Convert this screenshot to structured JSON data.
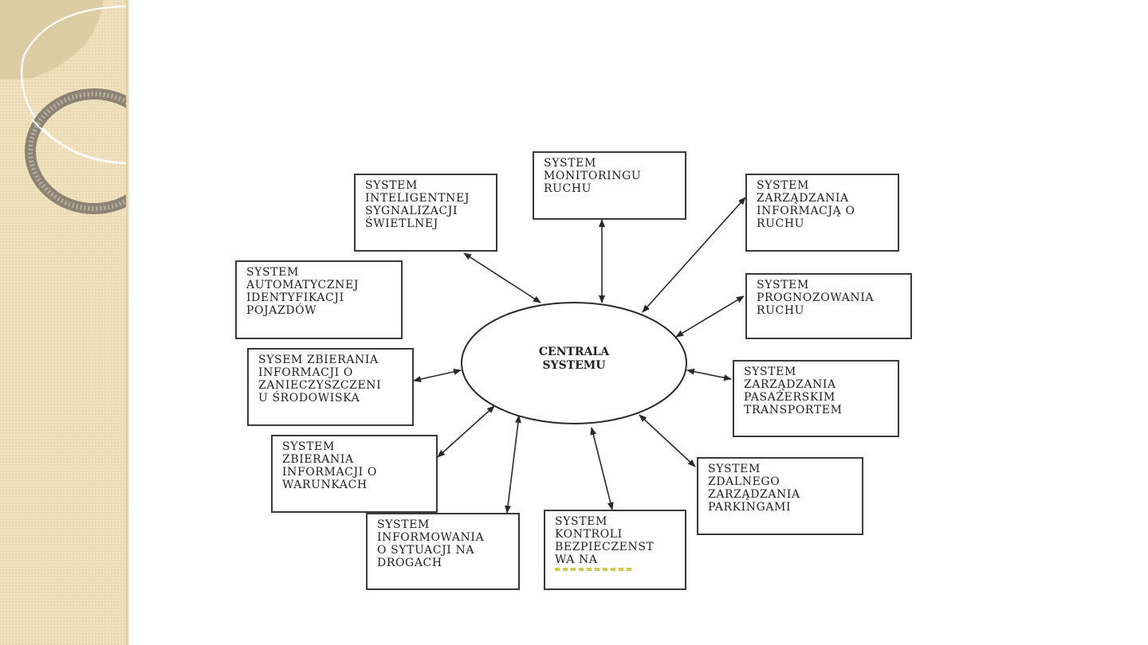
{
  "diagram": {
    "center": {
      "lines": [
        "CENTRALA",
        "SYSTEMU"
      ]
    },
    "nodes": [
      {
        "id": "sygnalizacja",
        "lines": [
          "SYSTEM",
          "INTELIGENTNEJ",
          "SYGNALIZACJI",
          "ŚWIETLNEJ"
        ]
      },
      {
        "id": "monitoring",
        "lines": [
          "SYSTEM",
          "MONITORINGU",
          "RUCHU"
        ]
      },
      {
        "id": "zarzadzanie-informacja",
        "lines": [
          "SYSTEM",
          "ZARZĄDZANIA",
          "INFORMACJĄ O",
          "RUCHU"
        ]
      },
      {
        "id": "identyfikacja",
        "lines": [
          "SYSTEM",
          "AUTOMATYCZNEJ",
          "IDENTYFIKACJI",
          "POJAZDÓW"
        ]
      },
      {
        "id": "prognozowanie",
        "lines": [
          "SYSTEM",
          "PROGNOZOWANIA",
          "RUCHU"
        ]
      },
      {
        "id": "zanieczyszczenie",
        "lines": [
          "SYSEM ZBIERANIA",
          "INFORMACJI O",
          "ZANIECZYSZCZENI",
          "U ŚRODOWISKA"
        ]
      },
      {
        "id": "transport-pasazerski",
        "lines": [
          "SYSTEM",
          "ZARZĄDZANIA",
          "PASAŻERSKIM",
          "TRANSPORTEM"
        ]
      },
      {
        "id": "warunki",
        "lines": [
          "SYSTEM",
          "ZBIERANIA",
          "INFORMACJI O",
          "WARUNKACH"
        ]
      },
      {
        "id": "parkingi",
        "lines": [
          "SYSTEM",
          "ZDALNEGO",
          "ZARZĄDZANIA",
          "PARKINGAMI"
        ]
      },
      {
        "id": "sytuacja-drogi",
        "lines": [
          "SYSTEM",
          "INFORMOWANIA",
          "O SYTUACJI NA",
          "DROGACH"
        ]
      },
      {
        "id": "bezpieczenstwo",
        "lines": [
          "SYSTEM",
          "KONTROLI",
          "BEZPIECZENST",
          "WA NA"
        ]
      }
    ]
  },
  "colors": {
    "panel": "#ecdcb4",
    "line": "#2a2a2a",
    "text": "#1e1e1e"
  }
}
